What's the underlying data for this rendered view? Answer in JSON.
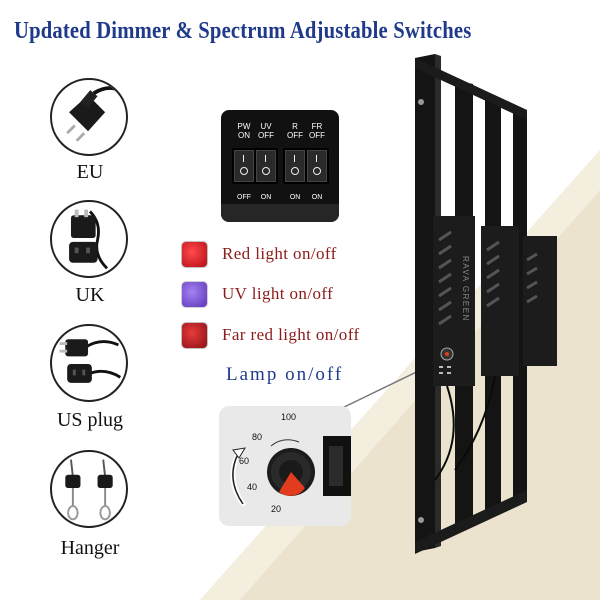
{
  "title": "Updated  Dimmer  &  Spectrum Adjustable Switches",
  "plugs": [
    {
      "label": "EU",
      "icon": "eu-plug-icon"
    },
    {
      "label": "UK",
      "icon": "uk-plug-icon"
    },
    {
      "label": "US plug",
      "icon": "us-plug-icon"
    },
    {
      "label": "Hanger",
      "icon": "rope-hanger-icon"
    }
  ],
  "switch_panel": {
    "switches": [
      {
        "top": "PW",
        "on": "ON",
        "off": "OFF",
        "bottom": "OFF"
      },
      {
        "top": "UV",
        "on": "ON",
        "off": "OFF",
        "bottom": "ON"
      },
      {
        "top": "R",
        "on": "ON",
        "off": "OFF",
        "bottom": "ON"
      },
      {
        "top": "FR",
        "on": "ON",
        "off": "OFF",
        "bottom": "ON"
      }
    ]
  },
  "legend": [
    {
      "label": "Red light  on/off",
      "color": "#e01b24"
    },
    {
      "label": "UV light  on/off",
      "color": "#7b4fd6"
    },
    {
      "label": "Far red light  on/off",
      "color": "#c01622"
    }
  ],
  "lamp_label": "Lamp  on/off",
  "dimmer": {
    "ticks": [
      "100",
      "80",
      "60",
      "40",
      "20"
    ]
  },
  "fixture_brand": "RAVA GREEN",
  "colors": {
    "title": "#1f3a8a",
    "legend_text": "#8b1a1a",
    "background_tan": "#ece3cf",
    "fixture": "#141414"
  }
}
